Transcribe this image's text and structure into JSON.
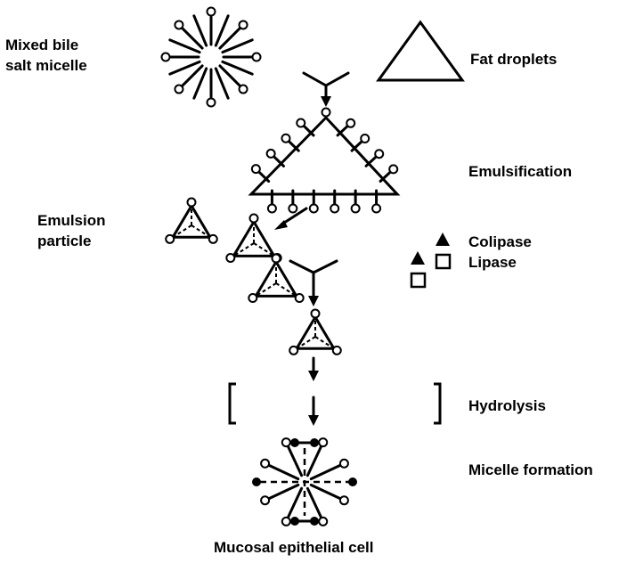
{
  "labels": {
    "mixed_bile_line1": "Mixed bile",
    "mixed_bile_line2": "salt micelle",
    "fat_droplets": "Fat droplets",
    "emulsification": "Emulsification",
    "emulsion_line1": "Emulsion",
    "emulsion_line2": "particle",
    "colipase": "Colipase",
    "lipase": "Lipase",
    "hydrolysis": "Hydrolysis",
    "micelle_formation": "Micelle formation",
    "mucosal_cell": "Mucosal epithelial cell"
  },
  "icons": {
    "colipase": "filled-triangle-icon",
    "lipase": "open-square-icon"
  }
}
